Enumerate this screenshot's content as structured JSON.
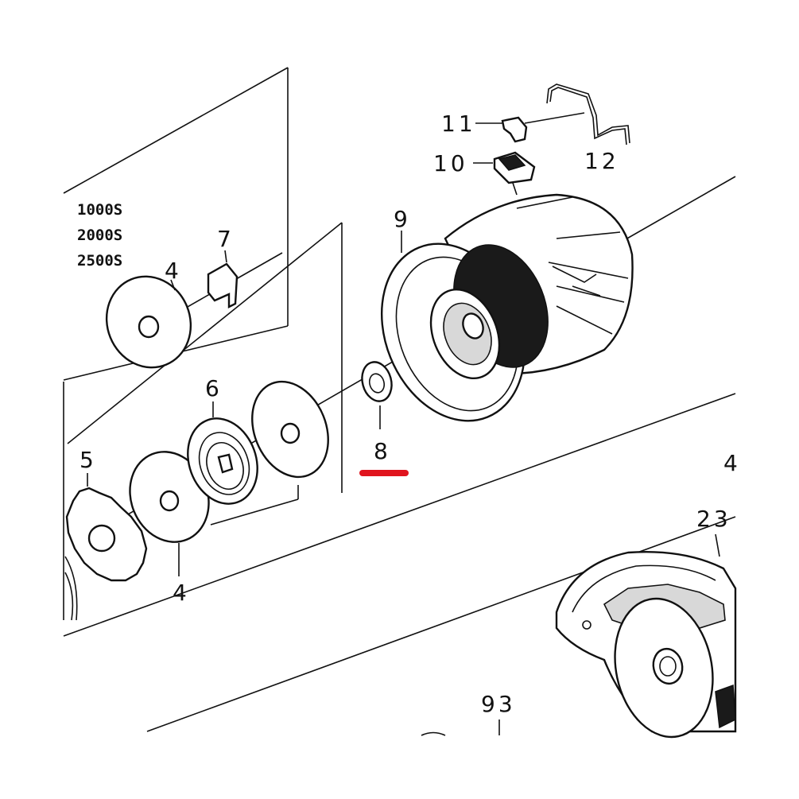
{
  "models": [
    "1000S",
    "2000S",
    "2500S"
  ],
  "labels": {
    "p4a": "4",
    "p7": "7",
    "p6": "6",
    "p5": "5",
    "p4b": "4",
    "p8": "8",
    "p9": "9",
    "p10": "10",
    "p11": "11",
    "p12": "12",
    "p23": "23",
    "p93": "93",
    "p4c": "4"
  },
  "highlight": {
    "part": "8",
    "color": "#e0141e"
  },
  "colors": {
    "line": "#111111",
    "background": "#ffffff"
  }
}
